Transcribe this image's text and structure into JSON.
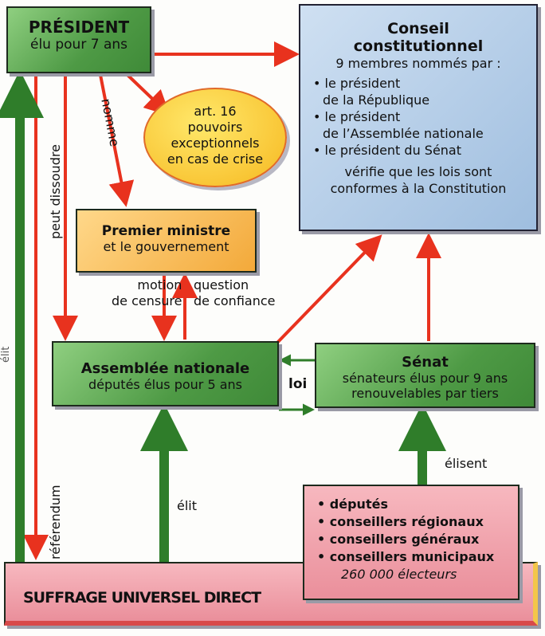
{
  "president": {
    "title": "PRÉSIDENT",
    "subtitle": "élu pour 7 ans"
  },
  "article16": [
    "art. 16",
    "pouvoirs",
    "exceptionnels",
    "en cas de crise"
  ],
  "conseil": {
    "title1": "Conseil",
    "title2": "constitutionnel",
    "intro": "9 membres nommés par :",
    "members": [
      [
        "• le président",
        "de la République"
      ],
      [
        "• le président",
        "de l’Assemblée nationale"
      ],
      [
        "• le président du Sénat"
      ]
    ],
    "role1": "vérifie que les lois sont",
    "role2": "conformes à la Constitution"
  },
  "premier": {
    "title": "Premier ministre",
    "subtitle": "et le gouvernement"
  },
  "assemblee": {
    "title": "Assemblée nationale",
    "subtitle": "députés élus pour 5 ans"
  },
  "senat": {
    "title": "Sénat",
    "subtitle1": "sénateurs élus pour 9 ans",
    "subtitle2": "renouvelables par tiers"
  },
  "electeurs": {
    "items": [
      "• députés",
      "• conseillers régionaux",
      "• conseillers généraux",
      "• conseillers municipaux"
    ],
    "total": "260 000 électeurs"
  },
  "suffrage": "SUFFRAGE UNIVERSEL DIRECT",
  "labels": {
    "nomme": "nomme",
    "peut_dissoudre": "peut dissoudre",
    "referendum": "référendum",
    "elit_left": "élit",
    "elit": "élit",
    "elisent": "élisent",
    "motion1": "motion",
    "motion2": "de censure",
    "question1": "question",
    "question2": "de confiance",
    "loi": "loi"
  },
  "colors": {
    "red": "#e8321e",
    "green": "#2f7d2a"
  }
}
